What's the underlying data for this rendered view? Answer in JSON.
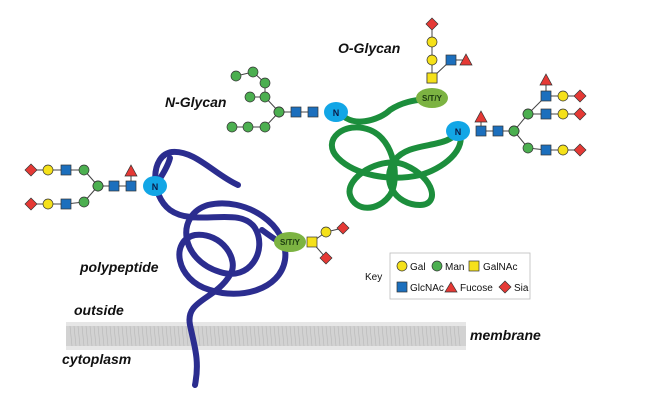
{
  "colors": {
    "blue_chain": "#2b2d8f",
    "green_chain": "#1c8e3c",
    "asn_site": "#12a6e6",
    "ser_site": "#7cb342",
    "gal": "#f5e11a",
    "man": "#4caf50",
    "galnac": "#f5e11a",
    "glcnac": "#1c6fbd",
    "fucose": "#e53935",
    "sia": "#e53935",
    "membrane": "#cfcfcf"
  },
  "labels": {
    "o_glycan": "O-Glycan",
    "n_glycan": "N-Glycan",
    "polypeptide": "polypeptide",
    "outside": "outside",
    "membrane": "membrane",
    "cytoplasm": "cytoplasm"
  },
  "sites": {
    "n_site": "N",
    "ser_site": "S/T/Y"
  },
  "key": {
    "title": "Key",
    "items": [
      {
        "name": "Gal",
        "shape": "circle",
        "color": "#f5e11a"
      },
      {
        "name": "Man",
        "shape": "circle",
        "color": "#4caf50"
      },
      {
        "name": "GalNAc",
        "shape": "square",
        "color": "#f5e11a"
      },
      {
        "name": "GlcNAc",
        "shape": "square",
        "color": "#1c6fbd"
      },
      {
        "name": "Fucose",
        "shape": "triangle",
        "color": "#e53935"
      },
      {
        "name": "Sia",
        "shape": "diamond",
        "color": "#e53935"
      }
    ]
  }
}
